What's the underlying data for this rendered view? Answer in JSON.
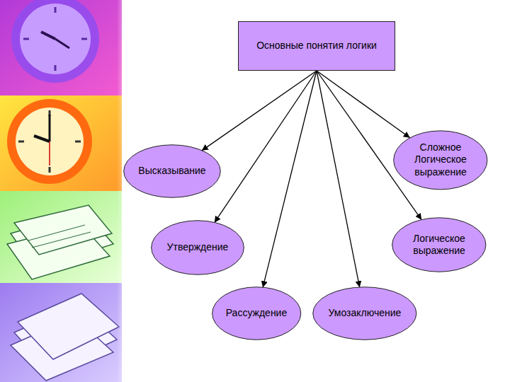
{
  "diagram": {
    "nodes": [
      {
        "text": [
          "Основные понятия логики"
        ]
      },
      {
        "text": [
          "Высказывание"
        ]
      },
      {
        "text": [
          "Сложное Логическое выражение"
        ]
      },
      {
        "text": [
          "Утверждение"
        ]
      },
      {
        "text": [
          "Логическое выражение"
        ]
      },
      {
        "text": [
          "Рассуждение"
        ]
      },
      {
        "text": [
          "Умозаключение"
        ]
      }
    ],
    "edges": [
      {
        "from": 0,
        "to": 1,
        "arrow": "to"
      },
      {
        "from": 0,
        "to": 2,
        "arrow": "to"
      },
      {
        "from": 0,
        "to": 3,
        "arrow": "to"
      },
      {
        "from": 0,
        "to": 4,
        "arrow": "to"
      },
      {
        "from": 0,
        "to": 5,
        "arrow": "to"
      },
      {
        "from": 0,
        "to": 6,
        "arrow": "to"
      }
    ]
  }
}
